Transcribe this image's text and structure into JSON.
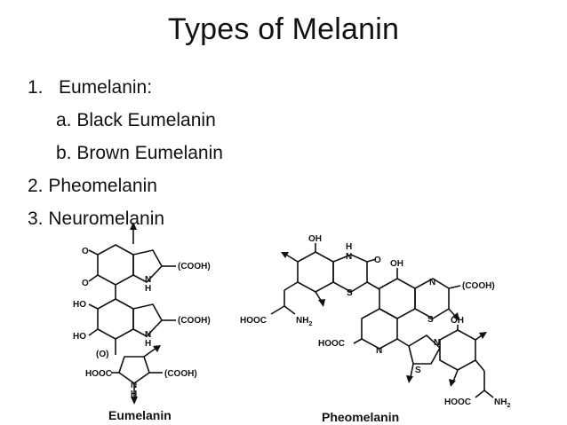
{
  "slide": {
    "title": "Types of Melanin",
    "items": [
      {
        "num": "1.",
        "text": "Eumelanin:"
      },
      {
        "text": "a. Black Eumelanin"
      },
      {
        "text": "b. Brown Eumelanin"
      },
      {
        "text": "2. Pheomelanin"
      },
      {
        "text": "3. Neuromelanin"
      }
    ]
  },
  "figure": {
    "eumelanin_caption": "Eumelanin",
    "pheomelanin_caption": "Pheomelanin",
    "labels": {
      "O": "O",
      "OH": "OH",
      "HO": "HO",
      "H": "H",
      "N": "N",
      "S": "S",
      "COOH": "(COOH)",
      "O_paren": "(O)",
      "HOOC": "HOOC",
      "NH2": "NH",
      "NH2_sub": "2"
    }
  }
}
